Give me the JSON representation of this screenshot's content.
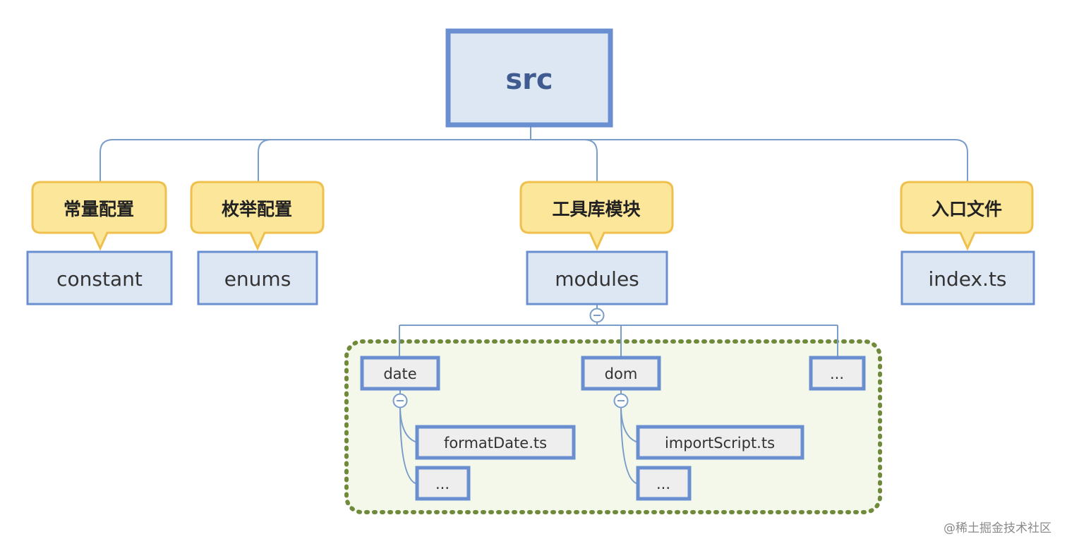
{
  "root": {
    "label": "src"
  },
  "branches": [
    {
      "callout": "常量配置",
      "folder": "constant"
    },
    {
      "callout": "枚举配置",
      "folder": "enums"
    },
    {
      "callout": "工具库模块",
      "folder": "modules"
    },
    {
      "callout": "入口文件",
      "folder": "index.ts"
    }
  ],
  "modules": {
    "children": [
      {
        "label": "date",
        "files": [
          "formatDate.ts",
          "..."
        ]
      },
      {
        "label": "dom",
        "files": [
          "importScript.ts",
          "..."
        ]
      },
      {
        "label": "..."
      }
    ]
  },
  "watermark": "@稀土掘金技术社区",
  "colors": {
    "node_border": "#6a8fd1",
    "node_fill": "#dde7f3",
    "root_text": "#3f5b8f",
    "connector": "#7a9cc9",
    "callout_fill": "#fbe69a",
    "callout_border": "#efc04e",
    "group_border": "#6f8a3a",
    "group_fill": "#f4f8ea",
    "child_fill": "#eeeeee"
  }
}
